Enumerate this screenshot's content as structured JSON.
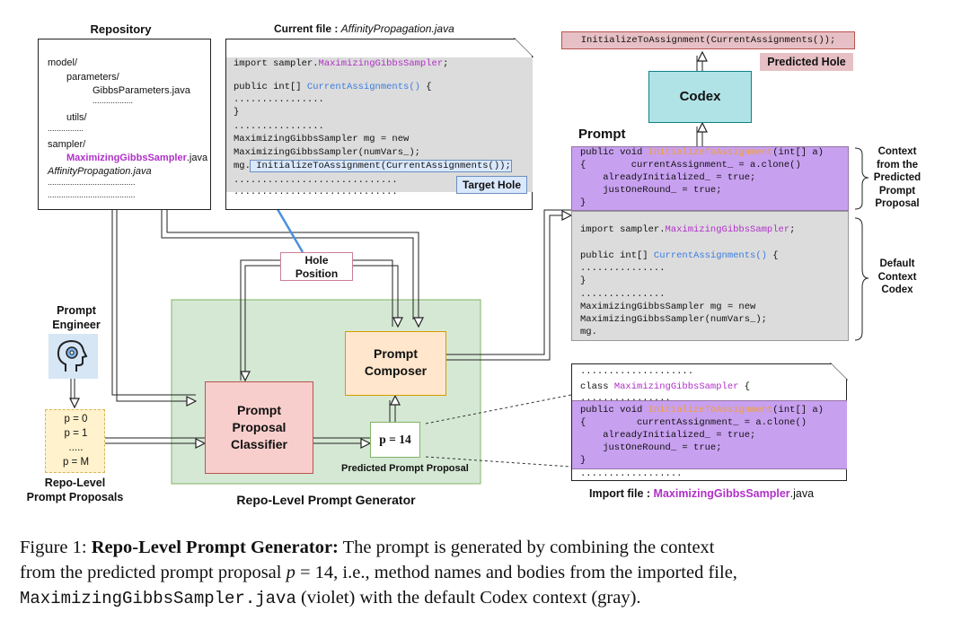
{
  "repository": {
    "title": "Repository",
    "lines": [
      "model/",
      "parameters/",
      "GibbsParameters.java",
      "..................",
      "utils/",
      "................",
      "sampler/",
      "",
      ".java",
      "AffinityPropagation.java",
      ".......................................",
      "......................................."
    ],
    "sampler_file_name": "MaximizingGibbsSampler"
  },
  "current_file": {
    "title_prefix": "Current file : ",
    "title_name": "AffinityPropagation.java",
    "import_prefix": "import sampler.",
    "import_class": "MaximizingGibbsSampler",
    "import_suffix": ";",
    "method_prefix": "public int[] ",
    "method_name": "CurrentAssignments()",
    "method_suffix": " {",
    "dots1": "................",
    "close_brace": "}",
    "dots2": "................",
    "line_mg1": "MaximizingGibbsSampler mg = new",
    "line_mg2": "MaximizingGibbsSampler(numVars_);",
    "line_mg3_prefix": "mg.",
    "line_mg3_hole": " InitializeToAssignment(CurrentAssignments());",
    "dots3": ".............................",
    "dots4": ".............................",
    "target_hole_label": "Target Hole"
  },
  "hole_position": {
    "line1": "Hole",
    "line2": "Position"
  },
  "prompt_engineer": {
    "line1": "Prompt",
    "line2": "Engineer"
  },
  "proposals": {
    "items": [
      "p = 0",
      "p = 1",
      ".....",
      "p = M"
    ],
    "label_line1": "Repo-Level",
    "label_line2": "Prompt Proposals"
  },
  "generator": {
    "classifier_lines": [
      "Prompt",
      "Proposal",
      "Classifier"
    ],
    "composer_lines": [
      "Prompt",
      "Composer"
    ],
    "p_value": "p = 14",
    "predicted_proposal_label": "Predicted Prompt Proposal",
    "title": "Repo-Level Prompt Generator"
  },
  "codex": {
    "label": "Codex",
    "predicted_line": "InitializeToAssignment(CurrentAssignments());",
    "predicted_hole_label": "Predicted Hole"
  },
  "prompt": {
    "title": "Prompt",
    "violet_line1_prefix": "public void ",
    "violet_line1_name": "InitializeToAssignment",
    "violet_line1_suffix": "(int[] a)",
    "violet_line2": "{        currentAssignment_ = a.clone()",
    "violet_line3": "    alreadyInitialized_ = true;",
    "violet_line4": "    justOneRound_ = true;",
    "violet_line5": "}",
    "gray_import_prefix": "import sampler.",
    "gray_import_class": "MaximizingGibbsSampler",
    "gray_import_suffix": ";",
    "gray_method_prefix": "public int[] ",
    "gray_method_name": "CurrentAssignments()",
    "gray_method_suffix": " {",
    "gray_dots1": "...............",
    "gray_close": "}",
    "gray_dots2": "...............",
    "gray_mg1": "MaximizingGibbsSampler mg = new",
    "gray_mg2": "MaximizingGibbsSampler(numVars_);",
    "gray_mg3": "mg.",
    "context_label": [
      "Context",
      "from the",
      "Predicted",
      "Prompt",
      "Proposal"
    ],
    "default_label": [
      "Default",
      "Context",
      "Codex"
    ]
  },
  "import_file": {
    "dots_top": "....................",
    "class_prefix": "class ",
    "class_name": "MaximizingGibbsSampler",
    "class_suffix": " {",
    "dots_mid": "................",
    "line1_prefix": "public void ",
    "line1_name": "InitializeToAssignment",
    "line1_suffix": "(int[] a)",
    "line2": "{         currentAssignment_ = a.clone()",
    "line3": "    alreadyInitialized_ = true;",
    "line4": "    justOneRound_ = true;",
    "line5": "}",
    "dots_bottom": "..................",
    "caption_prefix": "Import file : ",
    "caption_name": "MaximizingGibbsSampler",
    "caption_suffix": ".java"
  },
  "caption": {
    "fig": "Figure 1: ",
    "bold": "Repo-Level Prompt Generator:",
    "t1": " The prompt is generated by combining the context",
    "t2a": "from the predicted prompt proposal ",
    "p": "p",
    "eq": " = 14",
    "t2b": ", i.e., method names and bodies from the imported file,",
    "code": "MaximizingGibbsSampler.java",
    "t3": " (violet) with the default Codex context (gray)."
  },
  "colors": {
    "violet_bg": "#c8a0f0",
    "gray_bg": "#dcdcdc",
    "green_bg": "#d5e8d4",
    "red_bg": "#f8cecc",
    "orange_bg": "#ffe6cc",
    "teal_bg": "#b0e3e6",
    "yellow_bg": "#fff2cc",
    "hole_bg": "#dae8fc",
    "pink_bg": "#e6c0c4"
  }
}
